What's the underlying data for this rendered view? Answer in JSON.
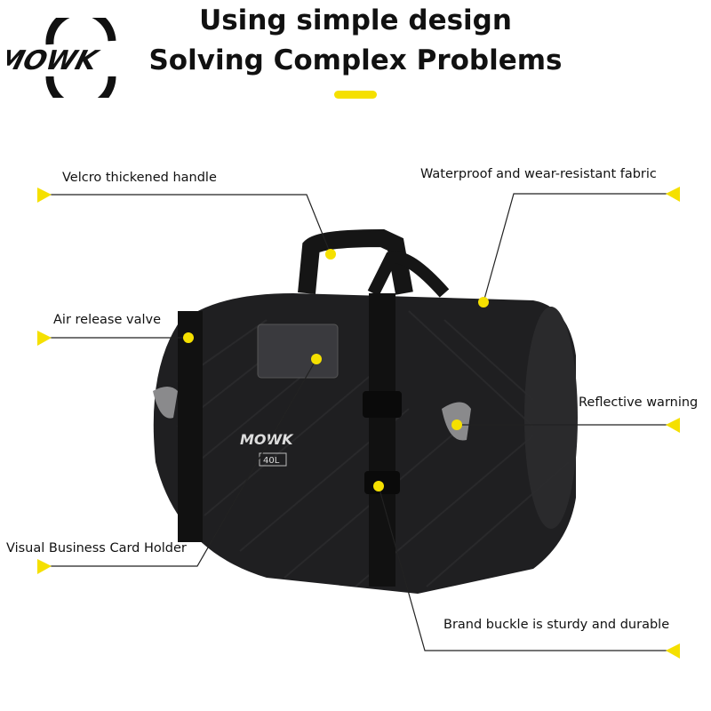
{
  "brand": {
    "logo_text": "MOWK"
  },
  "header": {
    "line1": "Using simple design",
    "line2": "Solving Complex Problems"
  },
  "colors": {
    "accent": "#f5e000",
    "bag": "#1c1c1e",
    "text": "#111111"
  },
  "product": {
    "logo_text": "MOWK",
    "capacity": "40L"
  },
  "callouts": [
    {
      "label": "Velcro thickened handle",
      "side": "left"
    },
    {
      "label": "Waterproof and wear-resistant fabric",
      "side": "right"
    },
    {
      "label": "Air release valve",
      "side": "left"
    },
    {
      "label": "Reflective warning",
      "side": "right"
    },
    {
      "label": "Visual Business Card Holder",
      "side": "left"
    },
    {
      "label": "Brand buckle is sturdy and durable",
      "side": "right"
    }
  ]
}
